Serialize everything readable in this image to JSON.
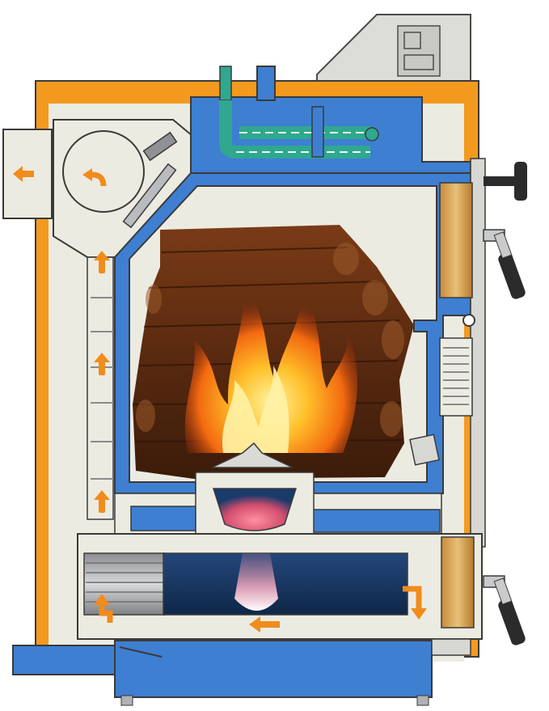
{
  "diagram": {
    "type": "cutaway",
    "subject": "wood-boiler",
    "colors": {
      "casing": "#F39A1E",
      "water_jacket": "#3E7FD1",
      "chamber": "#ECEBE2",
      "flue_duct": "#132F5C",
      "steel": "#A7A9AC",
      "coil": "#2FA88F",
      "flow_arrow": "#F08C1C",
      "outline": "#3A3A3A",
      "handle": "#2B2B2B"
    },
    "icons": [
      "flow-arrow-icon",
      "lever-handle-icon",
      "knob-handle-icon",
      "flame-icon",
      "log-icon"
    ],
    "flow_arrows": [
      {
        "id": "exhaust-outlet",
        "direction": "left"
      },
      {
        "id": "damper-chamber",
        "direction": "left-curve"
      },
      {
        "id": "rear-channel-1",
        "direction": "up"
      },
      {
        "id": "rear-channel-2",
        "direction": "up"
      },
      {
        "id": "rear-channel-3",
        "direction": "up"
      },
      {
        "id": "bottom-return",
        "direction": "up-curve"
      },
      {
        "id": "bottom-flue",
        "direction": "left"
      },
      {
        "id": "front-turn",
        "direction": "down-curve"
      }
    ]
  }
}
